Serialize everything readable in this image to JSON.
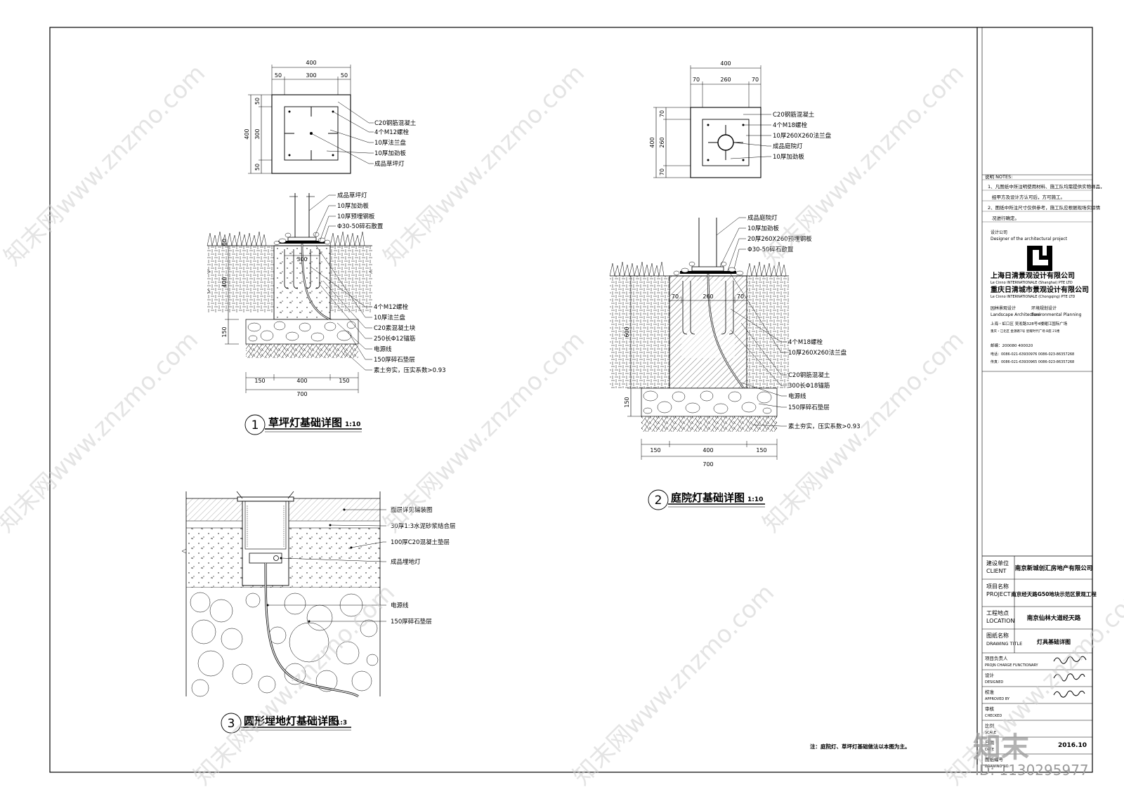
{
  "detail1": {
    "number": "1",
    "title": "草坪灯基础详图",
    "scale": "1:10",
    "plan_dims": {
      "top_total": "400",
      "top_parts": [
        "50",
        "300",
        "50"
      ],
      "left_total": "400",
      "left_parts": [
        "50",
        "300",
        "50"
      ]
    },
    "plan_labels": [
      "C20钢筋混凝土",
      "4个M12螺栓",
      "10厚法兰盘",
      "10厚加劲板",
      "成品草坪灯"
    ],
    "section_labels_top": [
      "成品草坪灯",
      "10厚加劲板",
      "10厚预埋钢板",
      "Φ30-50碎石散置"
    ],
    "section_labels_bottom": [
      "4个M12螺栓",
      "10厚法兰盘",
      "C20素混凝土块",
      "250长Φ12锚筋",
      "电源线",
      "150厚碎石垫层",
      "素土夯实，压实系数>0.93"
    ],
    "section_dims": {
      "side_a": "60",
      "side_b": "400",
      "side_c": "150",
      "inner": "300",
      "bottom_parts": [
        "150",
        "400",
        "150"
      ],
      "bottom_total": "700"
    }
  },
  "detail2": {
    "number": "2",
    "title": "庭院灯基础详图",
    "scale": "1:10",
    "plan_dims": {
      "top_total": "400",
      "top_parts": [
        "70",
        "260",
        "70"
      ],
      "left_total": "400",
      "left_parts": [
        "70",
        "260",
        "70"
      ]
    },
    "plan_labels": [
      "C20钢筋混凝土",
      "4个M18螺栓",
      "10厚260X260法兰盘",
      "成品庭院灯",
      "10厚加劲板"
    ],
    "section_labels_top": [
      "成品庭院灯",
      "10厚加劲板",
      "20厚260X260预埋钢板",
      "Φ30-50碎石散置"
    ],
    "section_labels_bottom": [
      "4个M18螺栓",
      "10厚260X260法兰盘",
      "C20钢筋混凝土",
      "300长Φ18锚筋",
      "电源线",
      "150厚碎石垫层",
      "素土夯实，压实系数>0.93"
    ],
    "section_dims": {
      "side_a": "600",
      "side_b": "150",
      "inner_parts": [
        "70",
        "260",
        "70"
      ],
      "bottom_parts": [
        "150",
        "400",
        "150"
      ],
      "bottom_total": "700"
    }
  },
  "detail3": {
    "number": "3",
    "title": "圆形埋地灯基础详图",
    "scale": "1:3",
    "labels": [
      "面层详见铺装图",
      "30厚1:3水泥砂浆结合层",
      "100厚C20混凝土垫层",
      "成品埋地灯",
      "电源线",
      "150厚碎石垫层"
    ]
  },
  "note": "注：庭院灯、草坪灯基础做法以本图为主。",
  "titleblock": {
    "notes_header": "说明 NOTES:",
    "notes": [
      "1、凡图纸中所注明使用材料、施工队均需提供实物样品，",
      "经甲方及设计方认可后，方可施工。",
      "2、图纸中所注尺寸仅供参考，施工队应根据现场实际情",
      "况进行确定。"
    ],
    "designer_label_cn": "设计公司",
    "designer_label_en": "Designer of the architectural project",
    "company1_cn": "上海日清景观设计有限公司",
    "company1_en": "Le Cinno INTERNATIONALE (Shanghai) PTE LTD",
    "company2_cn": "重庆日清城市景观设计有限公司",
    "company2_en": "Le Cinno INTERNATIONALE (Chongqing) PTE LTD",
    "discipline_cn_1": "园林景观设计",
    "discipline_cn_2": "环境规划设计",
    "discipline_en_1": "Landscape Architecture",
    "discipline_en_2": "Environmental Planning",
    "address1": "上海・虹口区 吴淞路328号4楼耀江国际广场",
    "address2": "重庆・江北区   金源路7号   星耀时代广场   B座   21楼",
    "postcode": "邮编：200080    400020",
    "phone": "电话：0086-021-63930976   0086-023-86357268",
    "fax": "传真：0086-021-63930965   0086-023-86357268",
    "rows": [
      {
        "label_cn": "建设单位",
        "label_en": "CLIENT",
        "value": "南京新城创汇房地产有限公司"
      },
      {
        "label_cn": "项目名称",
        "label_en": "PROJECT",
        "value": "南京经天路G50地块示范区景观工程"
      },
      {
        "label_cn": "工程地点",
        "label_en": "LOCATION",
        "value": "南京仙林大道经天路"
      },
      {
        "label_cn": "图纸名称",
        "label_en": "DRAWING TITLE",
        "value": "灯具基础详图"
      }
    ],
    "staff": [
      {
        "label_cn": "项目负责人",
        "label_en": "PROJN CHARGE FUNCTIONARY"
      },
      {
        "label_cn": "设计",
        "label_en": "DESIGNED"
      },
      {
        "label_cn": "校准",
        "label_en": "APPROVED BY"
      },
      {
        "label_cn": "审核",
        "label_en": "CHECKED"
      },
      {
        "label_cn": "比例",
        "label_en": "SCALE"
      },
      {
        "label_cn": "日期",
        "label_en": "DATE"
      },
      {
        "label_cn": "图纸编号",
        "label_en": "DRAWING NO."
      }
    ],
    "date_value": "2016.10"
  },
  "watermark": {
    "text": "知末网www.znzmo.com",
    "logo_text": "知末",
    "id_text": "ID: 1130295977"
  }
}
